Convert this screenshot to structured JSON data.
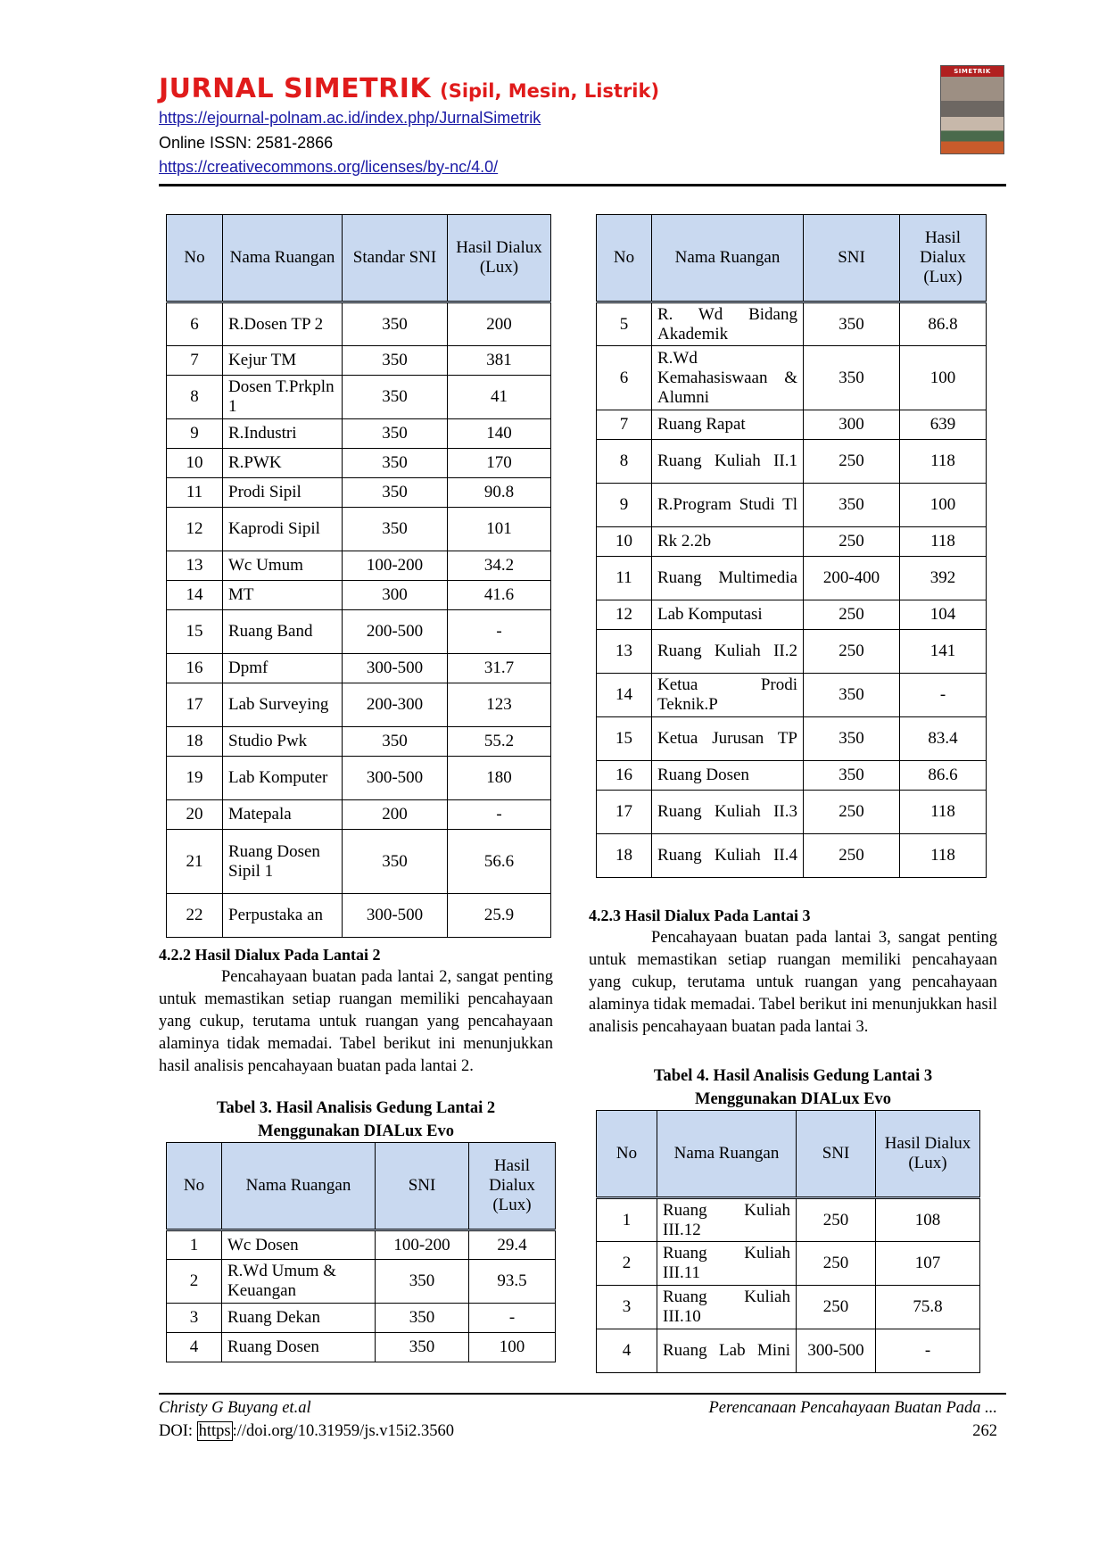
{
  "header": {
    "journal_name": "JURNAL SIMETRIK",
    "journal_sub": "(Sipil, Mesin, Listrik)",
    "journal_url": "https://ejournal-polnam.ac.id/index.php/JurnalSimetrik",
    "issn": "Online ISSN: 2581-2866",
    "license_url": "https://creativecommons.org/licenses/by-nc/4.0/",
    "cover_title": "SIMETRIK"
  },
  "table_left_top": {
    "headers": [
      "No",
      "Nama Ruangan",
      "Standar SNI",
      "Hasil Dialux (Lux)"
    ],
    "rows": [
      [
        "6",
        "R.Dosen TP 2",
        "350",
        "200"
      ],
      [
        "7",
        "Kejur TM",
        "350",
        "381"
      ],
      [
        "8",
        "Dosen T.Prkpln 1",
        "350",
        "41"
      ],
      [
        "9",
        "R.Industri",
        "350",
        "140"
      ],
      [
        "10",
        "R.PWK",
        "350",
        "170"
      ],
      [
        "11",
        "Prodi Sipil",
        "350",
        "90.8"
      ],
      [
        "12",
        "Kaprodi Sipil",
        "350",
        "101"
      ],
      [
        "13",
        "Wc Umum",
        "100-200",
        "34.2"
      ],
      [
        "14",
        "MT",
        "300",
        "41.6"
      ],
      [
        "15",
        "Ruang Band",
        "200-500",
        "-"
      ],
      [
        "16",
        "Dpmf",
        "300-500",
        "31.7"
      ],
      [
        "17",
        "Lab Surveying",
        "200-300",
        "123"
      ],
      [
        "18",
        "Studio Pwk",
        "350",
        "55.2"
      ],
      [
        "19",
        "Lab Komputer",
        "300-500",
        "180"
      ],
      [
        "20",
        "Matepala",
        "200",
        "-"
      ],
      [
        "21",
        "Ruang Dosen Sipil 1",
        "350",
        "56.6"
      ],
      [
        "22",
        "Perpustaka an",
        "300-500",
        "25.9"
      ]
    ]
  },
  "section_lantai2": {
    "heading": "4.2.2 Hasil Dialux Pada Lantai 2",
    "paragraph": "Pencahayaan buatan pada lantai 2, sangat penting untuk memastikan setiap ruangan memiliki pencahayaan yang cukup, terutama untuk ruangan yang pencahayaan alaminya tidak memadai. Tabel berikut ini menunjukkan hasil analisis pencahayaan buatan pada lantai 2.",
    "caption_line1": "Tabel 3. Hasil Analisis Gedung Lantai 2",
    "caption_line2": "Menggunakan DIALux Evo"
  },
  "table3": {
    "headers": [
      "No",
      "Nama Ruangan",
      "SNI",
      "Hasil Dialux (Lux)"
    ],
    "rows": [
      [
        "1",
        "Wc Dosen",
        "100-200",
        "29.4"
      ],
      [
        "2",
        "R.Wd Umum & Keuangan",
        "350",
        "93.5"
      ],
      [
        "3",
        "Ruang Dekan",
        "350",
        "-"
      ],
      [
        "4",
        "Ruang Dosen",
        "350",
        "100"
      ]
    ]
  },
  "table_right_top": {
    "headers": [
      "No",
      "Nama Ruangan",
      "SNI",
      "Hasil Dialux (Lux)"
    ],
    "rows": [
      [
        "5",
        "R. Wd Bidang Akademik",
        "350",
        "86.8"
      ],
      [
        "6",
        "R.Wd Kemahasiswaan & Alumni",
        "350",
        "100"
      ],
      [
        "7",
        "Ruang Rapat",
        "300",
        "639"
      ],
      [
        "8",
        "Ruang Kuliah II.1",
        "250",
        "118"
      ],
      [
        "9",
        "R.Program Studi Tl",
        "350",
        "100"
      ],
      [
        "10",
        "Rk 2.2b",
        "250",
        "118"
      ],
      [
        "11",
        "Ruang Multimedia",
        "200-400",
        "392"
      ],
      [
        "12",
        "Lab Komputasi",
        "250",
        "104"
      ],
      [
        "13",
        "Ruang Kuliah II.2",
        "250",
        "141"
      ],
      [
        "14",
        "Ketua Prodi Teknik.P",
        "350",
        "-"
      ],
      [
        "15",
        "Ketua Jurusan TP",
        "350",
        "83.4"
      ],
      [
        "16",
        "Ruang Dosen",
        "350",
        "86.6"
      ],
      [
        "17",
        "Ruang Kuliah II.3",
        "250",
        "118"
      ],
      [
        "18",
        "Ruang Kuliah II.4",
        "250",
        "118"
      ]
    ]
  },
  "section_lantai3": {
    "heading": "4.2.3 Hasil Dialux Pada Lantai 3",
    "paragraph": "Pencahayaan buatan pada lantai 3, sangat penting untuk memastikan setiap ruangan memiliki pencahayaan yang cukup, terutama untuk ruangan yang pencahayaan alaminya tidak memadai. Tabel berikut ini menunjukkan hasil analisis pencahayaan buatan pada lantai 3.",
    "caption_line1": "Tabel 4. Hasil Analisis Gedung Lantai 3",
    "caption_line2": "Menggunakan DIALux Evo"
  },
  "table4": {
    "headers": [
      "No",
      "Nama Ruangan",
      "SNI",
      "Hasil Dialux (Lux)"
    ],
    "rows": [
      [
        "1",
        "Ruang Kuliah III.12",
        "250",
        "108"
      ],
      [
        "2",
        "Ruang Kuliah III.11",
        "250",
        "107"
      ],
      [
        "3",
        "Ruang Kuliah III.10",
        "250",
        "75.8"
      ],
      [
        "4",
        "Ruang Lab Mini",
        "300-500",
        "-"
      ]
    ]
  },
  "footer": {
    "author": "Christy G Buyang et.al",
    "running_title": "Perencanaan Pencahayaan Buatan Pada ...",
    "doi_label": "DOI:",
    "doi_https": "https",
    "doi_rest": "://doi.org/10.31959/js.v15i2.3560",
    "page_number": "262"
  }
}
